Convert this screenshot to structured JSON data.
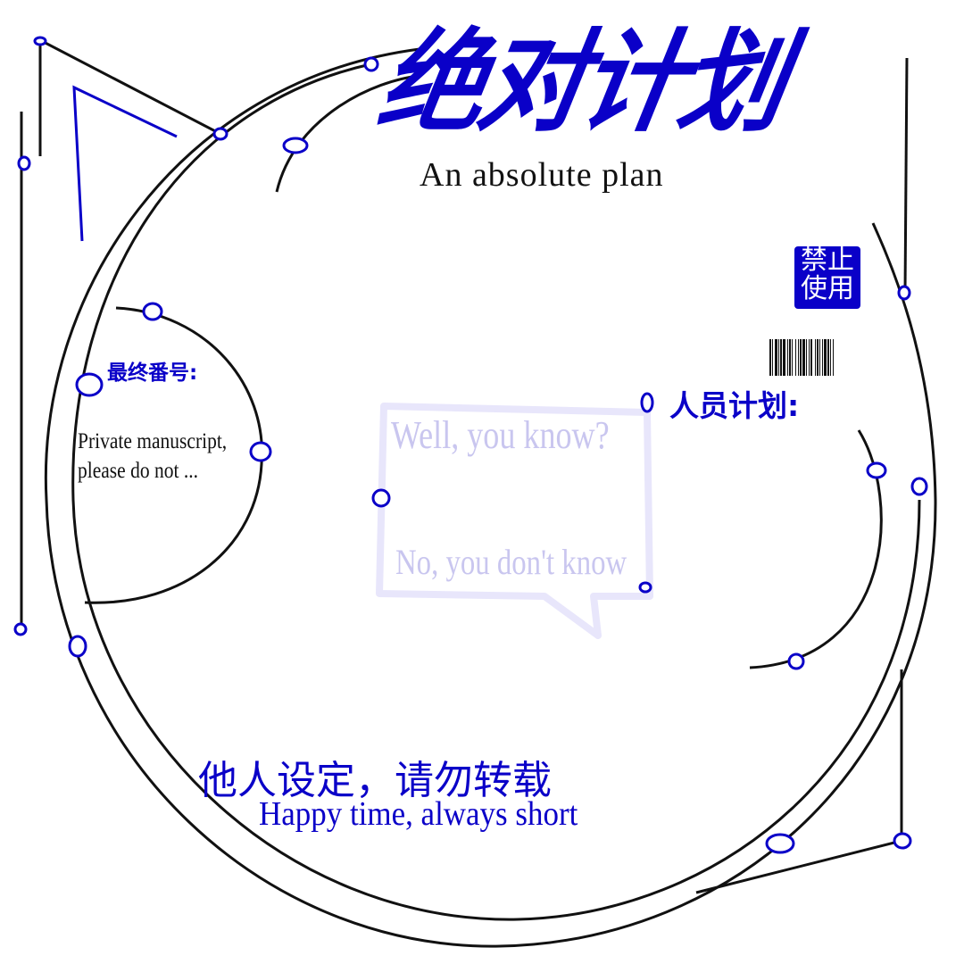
{
  "title": "绝对计划",
  "subtitle": "An absolute plan",
  "stamp": {
    "line1": "禁止",
    "line2": "使用"
  },
  "final_number_label": "最终番号:",
  "crew_plan_label": "人员计划:",
  "private_note": {
    "line1": "Private manuscript,",
    "line2": "please do not ..."
  },
  "speech_bubble": {
    "line1": "Well, you know?",
    "line2": "No, you don't know"
  },
  "footer": {
    "chinese": "他人设定，请勿转载",
    "english": "Happy time, always short"
  },
  "colors": {
    "accent": "#0a00c8",
    "line": "#111111",
    "bubble": "#c9c6ef"
  }
}
